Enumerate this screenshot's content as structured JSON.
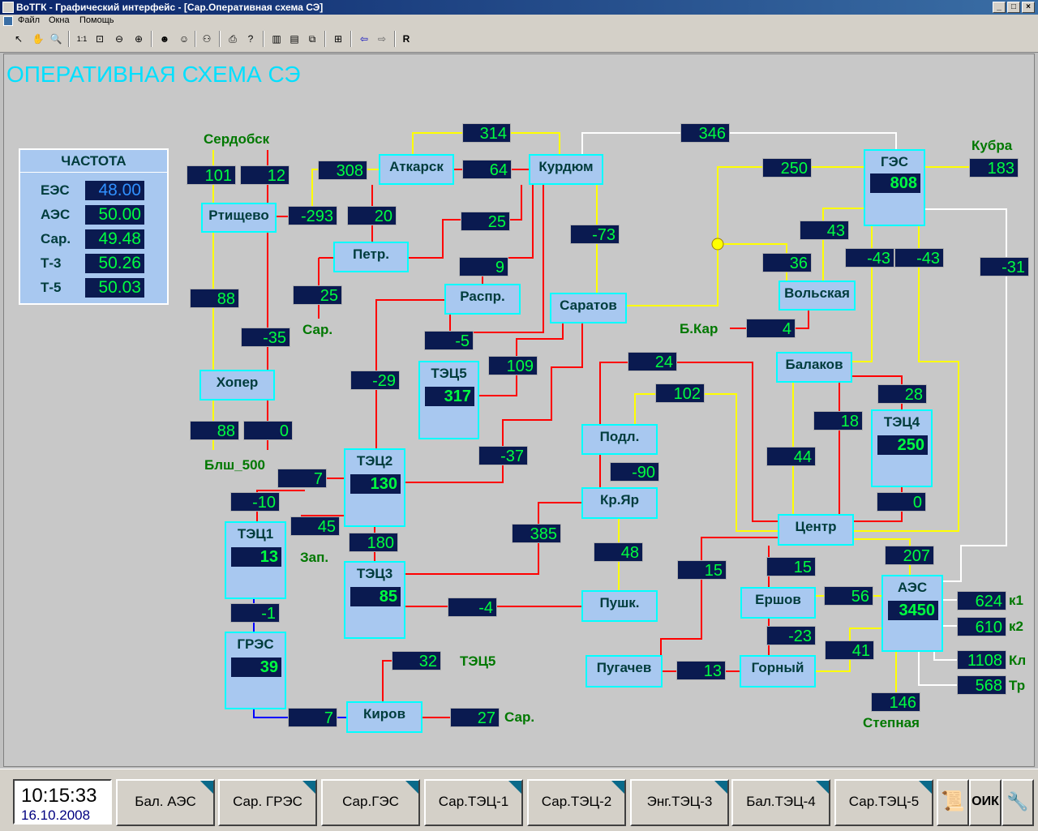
{
  "window": {
    "title": "ВоТГК - Графический интерфейс - [Сар.Оперативная схема СЭ]",
    "min_label": "_",
    "max_label": "□",
    "close_label": "×"
  },
  "menu": {
    "file": "Файл",
    "windows": "Окна",
    "help": "Помощь"
  },
  "toolbar": {
    "pointer": "↖",
    "hand": "✋",
    "zoom": "🔍",
    "one_to_one": "1:1",
    "zoom_fit": "⊡",
    "zoom_out": "⊖",
    "zoom_in": "⊕",
    "user1": "☻",
    "user2": "☺",
    "binoc": "⚇",
    "print": "⎙",
    "help": "?",
    "layout1": "▥",
    "layout2": "▤",
    "layout3": "⧉",
    "window": "⊞",
    "back": "⇦",
    "forward": "⇨",
    "r_label": "R"
  },
  "schema": {
    "title": "ОПЕРАТИВНАЯ СХЕМА СЭ"
  },
  "frequency": {
    "header": "ЧАСТОТА",
    "rows": [
      {
        "label": "ЕЭС",
        "value": "48.00",
        "color": "#3090ff"
      },
      {
        "label": "АЭС",
        "value": "50.00",
        "color": "#00ff40"
      },
      {
        "label": "Сар.",
        "value": "49.48",
        "color": "#00ff40"
      },
      {
        "label": "Т-3",
        "value": "50.26",
        "color": "#00ff40"
      },
      {
        "label": "Т-5",
        "value": "50.03",
        "color": "#00ff40"
      }
    ]
  },
  "nodes": {
    "rtishchevo": "Ртищево",
    "atkarsk": "Аткарск",
    "kurdyum": "Курдюм",
    "petr": "Петр.",
    "raspr": "Распр.",
    "saratov": "Саратов",
    "khoper": "Хопер",
    "tets5": "ТЭЦ5",
    "tets5_val": "317",
    "tets2": "ТЭЦ2",
    "tets2_val": "130",
    "tets1": "ТЭЦ1",
    "tets1_val": "13",
    "tets3": "ТЭЦ3",
    "tets3_val": "85",
    "gres": "ГРЭС",
    "gres_val": "39",
    "kirov": "Киров",
    "podl": "Подл.",
    "kryar": "Кр.Яр",
    "pushk": "Пушк.",
    "pugachev": "Пугачев",
    "gornyi": "Горный",
    "ershov": "Ершов",
    "tsentr": "Центр",
    "balakov": "Балаков",
    "tets4": "ТЭЦ4",
    "tets4_val": "250",
    "volskaya": "Вольская",
    "ges": "ГЭС",
    "ges_val": "808",
    "aes": "АЭС",
    "aes_val": "3450"
  },
  "labels": {
    "serdobsk": "Сердобск",
    "kubra": "Кубра",
    "sar1": "Сар.",
    "blsh500": "Блш_500",
    "bkar": "Б.Кар",
    "zap": "Зап.",
    "tets5_ext": "ТЭЦ5",
    "sar2": "Сар.",
    "stepnaya": "Степная",
    "k1": "к1",
    "k2": "к2",
    "kl": "Кл",
    "tr": "Тр"
  },
  "values": {
    "v314": "314",
    "v346": "346",
    "v101": "101",
    "v12": "12",
    "v308": "308",
    "v64": "64",
    "v250": "250",
    "v183": "183",
    "v_293": "-293",
    "v20": "20",
    "v25a": "25",
    "v_73": "-73",
    "v43": "43",
    "v_43a": "-43",
    "v_43b": "-43",
    "v_31": "-31",
    "v9": "9",
    "v36": "36",
    "v25b": "25",
    "v88a": "88",
    "v4": "4",
    "v_35": "-35",
    "v_5": "-5",
    "v109": "109",
    "v24": "24",
    "v_29": "-29",
    "v102": "102",
    "v28": "28",
    "v18": "18",
    "v88b": "88",
    "v0a": "0",
    "v_37": "-37",
    "v44": "44",
    "v_90": "-90",
    "v7a": "7",
    "v_10": "-10",
    "v0b": "0",
    "v45": "45",
    "v385": "385",
    "v180": "180",
    "v48": "48",
    "v207": "207",
    "v15a": "15",
    "v15b": "15",
    "v56": "56",
    "v624": "624",
    "v_1": "-1",
    "v_4": "-4",
    "v610": "610",
    "v_23": "-23",
    "v41": "41",
    "v32": "32",
    "v1108": "1108",
    "v568": "568",
    "v13": "13",
    "v146": "146",
    "v7b": "7",
    "v27": "27"
  },
  "statusbar": {
    "time": "10:15:33",
    "date": "16.10.2008",
    "buttons": [
      "Бал. АЭС",
      "Сар. ГРЭС",
      "Сар.ГЭС",
      "Сар.ТЭЦ-1",
      "Сар.ТЭЦ-2",
      "Энг.ТЭЦ-3",
      "Бал.ТЭЦ-4",
      "Сар.ТЭЦ-5"
    ],
    "oik": "ОИК",
    "scroll_icon": "📜",
    "tools_icon": "🔧"
  },
  "colors": {
    "line_red": "#ff0000",
    "line_yellow": "#ffff00",
    "line_white": "#ffffff",
    "line_blue": "#0000ff",
    "node_fill": "#a8c8f0",
    "node_border": "#00ffff",
    "value_bg": "#0a1a50",
    "value_text": "#00ff40",
    "title_text": "#00e0ff",
    "label_green": "#007800"
  }
}
